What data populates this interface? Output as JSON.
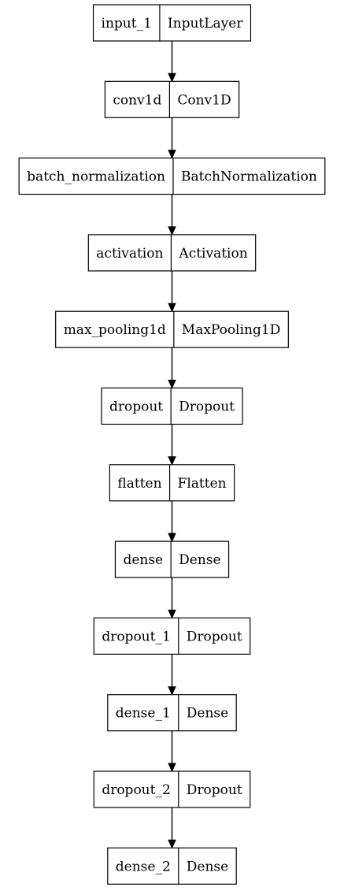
{
  "diagram": {
    "nodes": [
      {
        "name": "input_1",
        "type": "InputLayer"
      },
      {
        "name": "conv1d",
        "type": "Conv1D"
      },
      {
        "name": "batch_normalization",
        "type": "BatchNormalization"
      },
      {
        "name": "activation",
        "type": "Activation"
      },
      {
        "name": "max_pooling1d",
        "type": "MaxPooling1D"
      },
      {
        "name": "dropout",
        "type": "Dropout"
      },
      {
        "name": "flatten",
        "type": "Flatten"
      },
      {
        "name": "dense",
        "type": "Dense"
      },
      {
        "name": "dropout_1",
        "type": "Dropout"
      },
      {
        "name": "dense_1",
        "type": "Dense"
      },
      {
        "name": "dropout_2",
        "type": "Dropout"
      },
      {
        "name": "dense_2",
        "type": "Dense"
      }
    ],
    "edges": [
      {
        "from": "input_1",
        "to": "conv1d"
      },
      {
        "from": "conv1d",
        "to": "batch_normalization"
      },
      {
        "from": "batch_normalization",
        "to": "activation"
      },
      {
        "from": "activation",
        "to": "max_pooling1d"
      },
      {
        "from": "max_pooling1d",
        "to": "dropout"
      },
      {
        "from": "dropout",
        "to": "flatten"
      },
      {
        "from": "flatten",
        "to": "dense"
      },
      {
        "from": "dense",
        "to": "dropout_1"
      },
      {
        "from": "dropout_1",
        "to": "dense_1"
      },
      {
        "from": "dense_1",
        "to": "dropout_2"
      },
      {
        "from": "dropout_2",
        "to": "dense_2"
      }
    ]
  }
}
